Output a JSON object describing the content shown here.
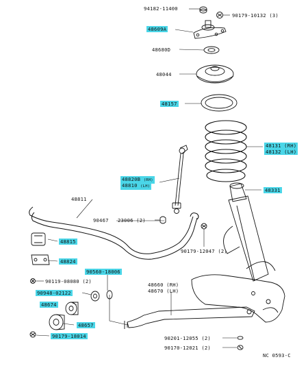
{
  "parts": {
    "p94182_11400": "94182-11400",
    "p90179_10132": "90179-10132 (3)",
    "p48609a": "48609A",
    "p48680d": "48680D",
    "p48044": "48044",
    "p48157": "48157",
    "p48131": "48131 (RH)",
    "p48132": "48132 (LH)",
    "p48820b": "48820B",
    "p48820b_side": "(RH)",
    "p48810": "48810",
    "p48810_side": "(LH)",
    "p48811": "48811",
    "p90467": "90467",
    "p23006": "23006 (2)",
    "p48331": "48331",
    "p48815": "48815",
    "p48824": "48824",
    "p90119_08080": "90119-08080 (2)",
    "p90560_18006": "90560-18006",
    "p90948_02122": "90948-02122",
    "p48674": "48674",
    "p48657": "48657",
    "p90179_18014": "90179-18014",
    "p90179_12047": "90179-12047 (2)",
    "p48660": "48660 (RH)",
    "p48670": "48670 (LH)",
    "p90201_12055": "90201-12055 (2)",
    "p90170_12021": "90170-12021 (2)"
  },
  "footer": {
    "code": "NC 0593-C"
  },
  "highlight_color": "#4ad6e8"
}
